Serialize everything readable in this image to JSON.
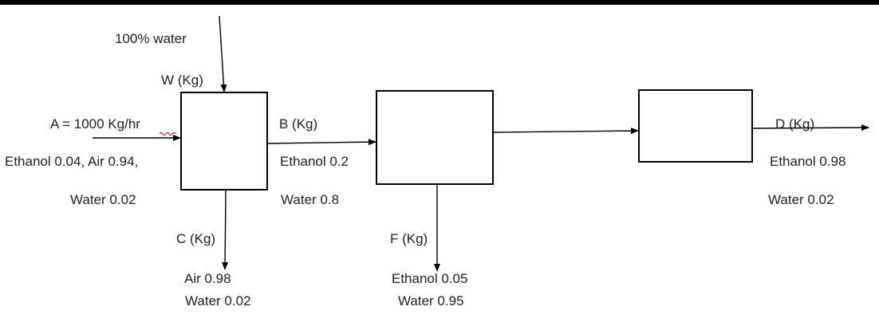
{
  "inputs": {
    "water_feed": "100% water",
    "w_label": "W (Kg)",
    "a_label": "A = 1000 Kg/hr",
    "a_comp_line1": "Ethanol 0.04, Air 0.94,",
    "a_comp_line2": "Water 0.02"
  },
  "streams": {
    "b_label": "B (Kg)",
    "b_comp_line1": "Ethanol 0.2",
    "b_comp_line2": "Water 0.8",
    "c_label": "C (Kg)",
    "c_comp_line1": "Air 0.98",
    "c_comp_line2": "Water 0.02",
    "f_label": "F (Kg)",
    "f_comp_line1": "Ethanol 0.05",
    "f_comp_line2": "Water 0.95",
    "d_label": "D (Kg)",
    "d_comp_line1": "Ethanol 0.98",
    "d_comp_line2": "Water 0.02"
  },
  "colors": {
    "line": "#000000",
    "text": "#222222",
    "spellcheck_underline": "#d00000"
  }
}
